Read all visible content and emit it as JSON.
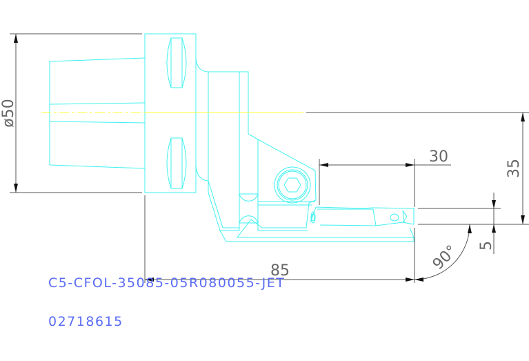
{
  "drawing": {
    "type": "cad-technical-drawing",
    "subject": "boring bar tool holder side view",
    "colors": {
      "geometry": "#3ff0f0",
      "centerline": "#ffff33",
      "dimension_lines": "#555555",
      "dimension_text": "#666666",
      "labels": "#5a6cf5",
      "background": "#ffffff"
    },
    "dimensions": {
      "diameter": "ø50",
      "height_to_center": "35",
      "bar_length": "30",
      "overall_length": "85",
      "tip_offset": "5",
      "angle": "90°"
    }
  },
  "labels": {
    "part_code": "C5-CFOL-35085-05R080055-JET",
    "part_number": "02718615"
  }
}
